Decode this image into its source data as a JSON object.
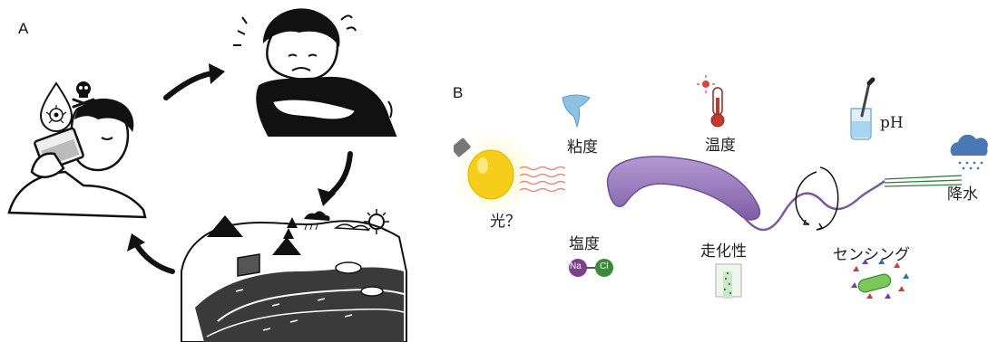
{
  "panel_a": {
    "label": "A"
  },
  "panel_b": {
    "label": "B",
    "factors": {
      "light": "光？",
      "viscosity": "粘度",
      "temperature": "温度",
      "ph": "pH",
      "precipitation": "降水",
      "salinity": "塩度",
      "chemotaxis": "走化性",
      "sensing": "センシング"
    },
    "salt_ions": {
      "sodium": "Na",
      "chloride": "Cl"
    },
    "colors": {
      "bacterium": "#9b7cc0",
      "bacterium_dark": "#6e4f95",
      "flagellum": "#7a5a9a",
      "bulb": "#f7cd1c",
      "light_wave": "#e88a8a",
      "sodium_ion": "#7b3f8c",
      "chloride_ion": "#3b8a3b",
      "thermometer": "#c0392b",
      "cloud": "#4a78b5"
    }
  }
}
